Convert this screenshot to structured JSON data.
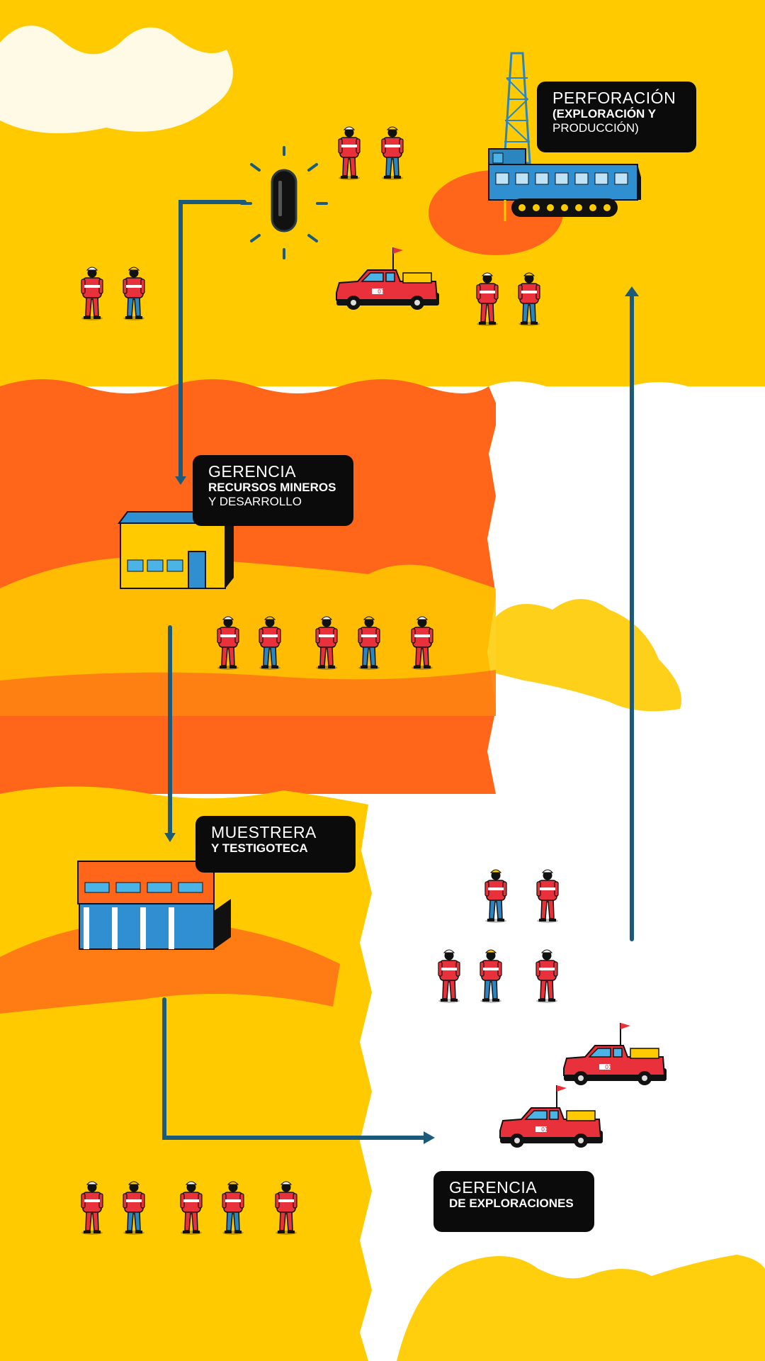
{
  "labels": {
    "perforacion": {
      "title": "PERFORACIÓN",
      "line2": "(EXPLORACIÓN Y",
      "line3": "PRODUCCIÓN)"
    },
    "gerencia_recursos": {
      "title": "GERENCIA",
      "line2": "RECURSOS MINEROS",
      "line3": "Y DESARROLLO"
    },
    "muestrera": {
      "title": "MUESTRERA",
      "line2": "Y TESTIGOTECA"
    },
    "gerencia_exploraciones": {
      "title": "GERENCIA",
      "line2": "DE EXPLORACIONES"
    }
  },
  "truck_plate": "015",
  "colors": {
    "yellow": "#ffcb00",
    "orange": "#ff6619",
    "arrow": "#1b5b79",
    "label_bg": "#0b0b0b",
    "worker_jacket": "#e8313a",
    "worker_pants_blue": "#2b86c0",
    "building_blue": "#2f8fd1"
  }
}
